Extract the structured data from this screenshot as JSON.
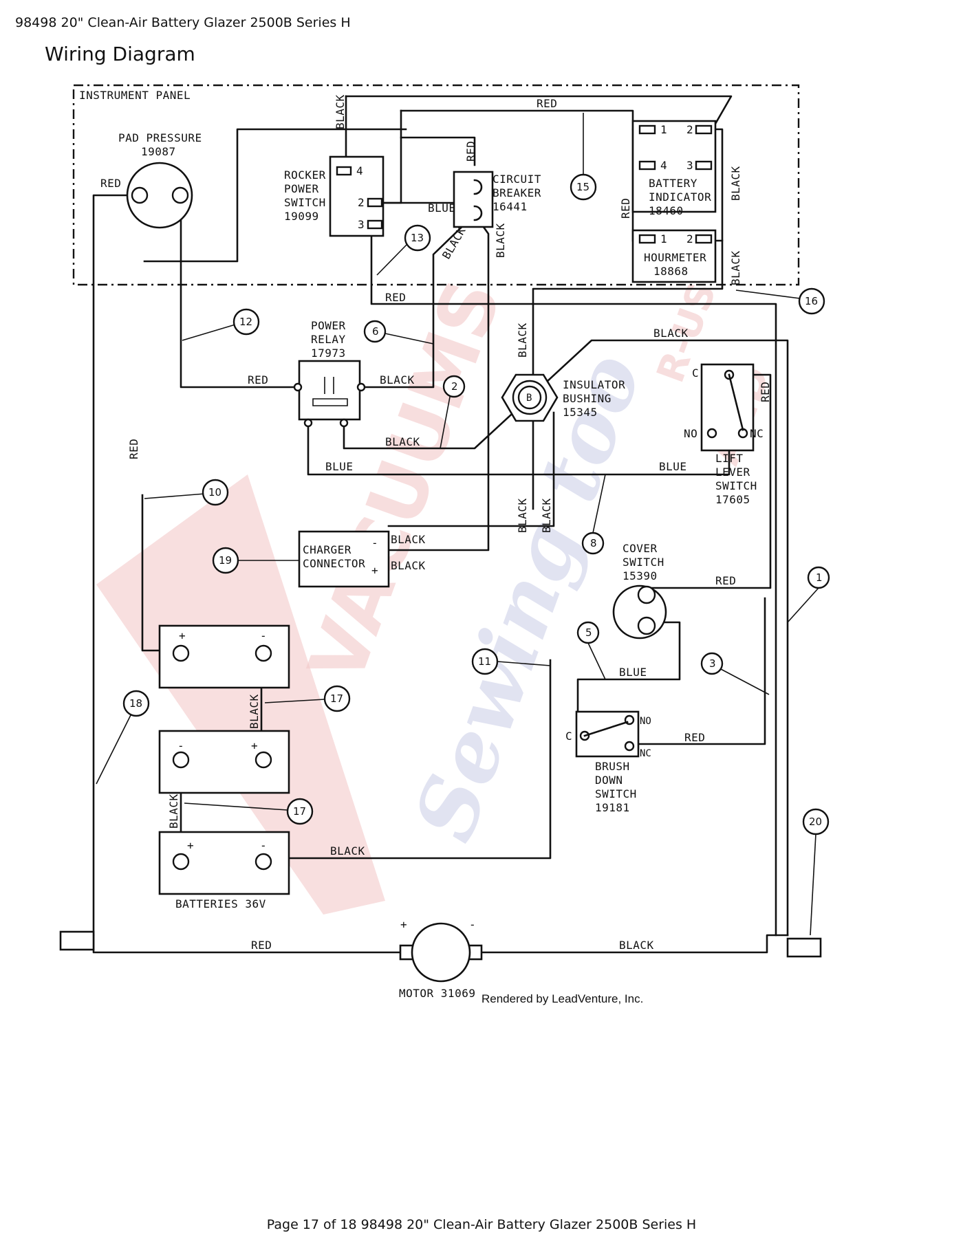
{
  "header": {
    "title": "98498 20\" Clean-Air Battery Glazer 2500B Series H"
  },
  "section_title": "Wiring Diagram",
  "footer": {
    "text": "Page 17 of 18 98498 20\" Clean-Air Battery Glazer 2500B Series H"
  },
  "diagram": {
    "panel_label": "INSTRUMENT PANEL",
    "components": {
      "pad_pressure": [
        "PAD PRESSURE",
        "19087"
      ],
      "rocker_switch": [
        "ROCKER",
        "POWER",
        "SWITCH",
        "19099"
      ],
      "circuit_breaker": [
        "CIRCUIT",
        "BREAKER",
        "16441"
      ],
      "battery_indicator": [
        "BATTERY",
        "INDICATOR",
        "18460"
      ],
      "hourmeter": [
        "HOURMETER",
        "18868"
      ],
      "power_relay": [
        "POWER",
        "RELAY",
        "17973"
      ],
      "insulator_bushing": [
        "INSULATOR",
        "BUSHING",
        "15345"
      ],
      "bushing_symbol": "B",
      "lift_lever_switch": [
        "LIFT",
        "LEVER",
        "SWITCH",
        "17605"
      ],
      "charger_connector": [
        "CHARGER",
        "CONNECTOR"
      ],
      "cover_switch": [
        "COVER",
        "SWITCH",
        "15390"
      ],
      "brush_down_switch": [
        "BRUSH",
        "DOWN",
        "SWITCH",
        "19181"
      ],
      "batteries": "BATTERIES 36V",
      "motor": "MOTOR 31069",
      "rendered_by": "Rendered by LeadVenture, Inc."
    },
    "terminal_labels": {
      "rocker": [
        "4",
        "2",
        "3"
      ],
      "battery_indicator": [
        "1",
        "2",
        "4",
        "3"
      ],
      "hourmeter": [
        "1",
        "2"
      ],
      "lift": [
        "C",
        "NO",
        "NC"
      ],
      "brush": [
        "C",
        "NO",
        "NC"
      ],
      "plus": "+",
      "minus": "-"
    },
    "wire_colors": {
      "red": "RED",
      "black": "BLACK",
      "blue": "BLUE"
    },
    "callouts": [
      "1",
      "2",
      "3",
      "5",
      "6",
      "8",
      "10",
      "11",
      "12",
      "13",
      "15",
      "16",
      "17",
      "17",
      "18",
      "19",
      "20"
    ],
    "watermark": [
      "VACUUMS",
      "R-US",
      "AND",
      "Sewing too"
    ]
  }
}
